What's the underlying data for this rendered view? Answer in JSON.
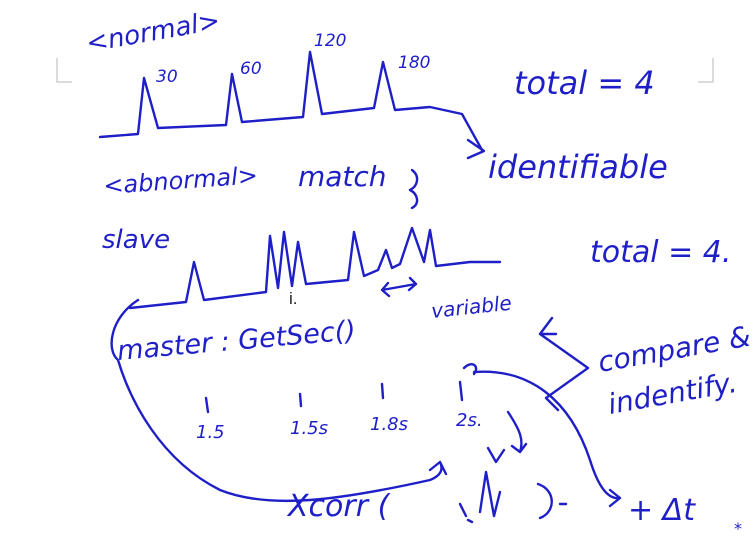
{
  "page": {
    "list_marker": "i."
  },
  "notes": {
    "normal": "<normal>",
    "angle_30": "30",
    "angle_60": "60",
    "angle_120": "120",
    "angle_180": "180",
    "total_top": "total = 4",
    "abnormal": "<abnormal>",
    "match": "match",
    "identifiable": "identifiable",
    "slave": "slave",
    "total_mid": "total = 4.",
    "variable": "variable",
    "master": "master : GetSec()",
    "compare": "compare &",
    "identify": "indentify.",
    "t1": "1.5",
    "t2": "1.5s",
    "t3": "1.8s",
    "t4": "2s.",
    "xcorr": "Xcorr (",
    "delta_t": "+ Δt",
    "asterisk": "*"
  },
  "colors": {
    "ink": "#1f1fc8",
    "page": "#ffffff",
    "margin_marks": "#c8c8c8"
  }
}
